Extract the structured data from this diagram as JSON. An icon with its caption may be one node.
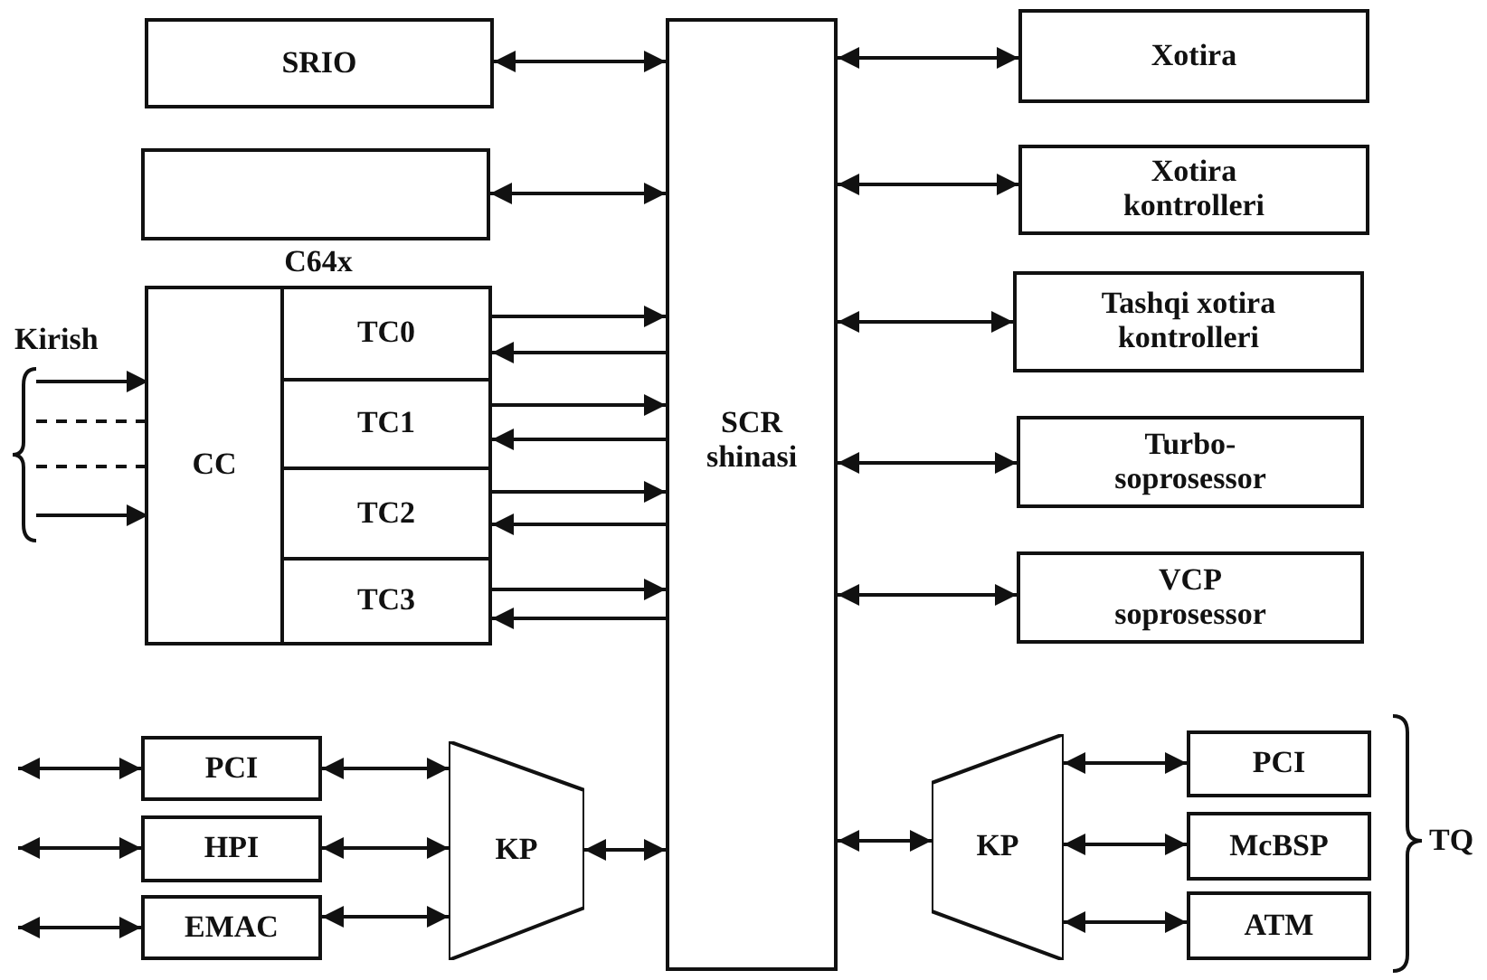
{
  "diagram": {
    "nodes": [
      {
        "text": [
          "SRIO"
        ]
      },
      {
        "text": [],
        "shape": "box"
      },
      {
        "text": [
          "C64x"
        ]
      },
      {
        "text": [
          "CC"
        ],
        "in": 2
      },
      {
        "text": [
          "TC0"
        ],
        "in": 2
      },
      {
        "text": [
          "TC1"
        ],
        "in": 2
      },
      {
        "text": [
          "TC2"
        ],
        "in": 2
      },
      {
        "text": [
          "TC3"
        ],
        "in": 2
      },
      {
        "text": [
          "SCR shinasi"
        ]
      },
      {
        "text": [
          "Xotira"
        ]
      },
      {
        "text": [
          "Xotira kontrolleri"
        ]
      },
      {
        "text": [
          "Tashqi xotira kontrolleri"
        ]
      },
      {
        "text": [
          "Turbo- soprosessor"
        ]
      },
      {
        "text": [
          "VCP soprosessor"
        ]
      },
      {
        "text": [
          "PCI"
        ]
      },
      {
        "text": [
          "HPI"
        ]
      },
      {
        "text": [
          "EMAC"
        ]
      },
      {
        "text": [
          "KP"
        ]
      },
      {
        "text": [
          "KP"
        ]
      },
      {
        "text": [
          "PCI"
        ]
      },
      {
        "text": [
          "McBSP"
        ]
      },
      {
        "text": [
          "ATM"
        ]
      },
      {
        "text": [],
        "shape": "brace"
      }
    ],
    "edges": [
      {
        "from": 0,
        "to": 8,
        "arrow": "both"
      },
      {
        "from": 1,
        "to": 8,
        "arrow": "both"
      },
      {
        "from": 4,
        "to": 8,
        "arrow": "to"
      },
      {
        "from": 8,
        "to": 4,
        "arrow": "to"
      },
      {
        "from": 5,
        "to": 8,
        "arrow": "to"
      },
      {
        "from": 8,
        "to": 5,
        "arrow": "to"
      },
      {
        "from": 6,
        "to": 8,
        "arrow": "to"
      },
      {
        "from": 8,
        "to": 6,
        "arrow": "to"
      },
      {
        "from": 7,
        "to": 8,
        "arrow": "to"
      },
      {
        "from": 8,
        "to": 7,
        "arrow": "to"
      },
      {
        "from": 8,
        "to": 9,
        "arrow": "both"
      },
      {
        "from": 8,
        "to": 10,
        "arrow": "both"
      },
      {
        "from": 8,
        "to": 11,
        "arrow": "both"
      },
      {
        "from": 8,
        "to": 12,
        "arrow": "both"
      },
      {
        "from": 8,
        "to": 13,
        "arrow": "both"
      },
      {
        "from": null,
        "to": 14,
        "arrow": "both"
      },
      {
        "from": null,
        "to": 15,
        "arrow": "both"
      },
      {
        "from": null,
        "to": 16,
        "arrow": "both"
      },
      {
        "from": 14,
        "to": 17,
        "arrow": "both"
      },
      {
        "from": 15,
        "to": 17,
        "arrow": "both"
      },
      {
        "from": 16,
        "to": 17,
        "arrow": "both"
      },
      {
        "from": 17,
        "to": 8,
        "arrow": "both"
      },
      {
        "from": 8,
        "to": 18,
        "arrow": "both"
      },
      {
        "from": 18,
        "to": 19,
        "arrow": "both"
      },
      {
        "from": 18,
        "to": 20,
        "arrow": "both"
      },
      {
        "from": 18,
        "to": 21,
        "arrow": "both"
      },
      {
        "from": 22,
        "to": 3,
        "arrow": "to"
      },
      {
        "from": 22,
        "to": 3,
        "arrow": "none",
        "style": "dashed"
      },
      {
        "from": 22,
        "to": 3,
        "arrow": "none",
        "style": "dashed"
      },
      {
        "from": 22,
        "to": 3,
        "arrow": "to"
      }
    ],
    "labels": [
      "Kirish",
      "TQ"
    ]
  }
}
